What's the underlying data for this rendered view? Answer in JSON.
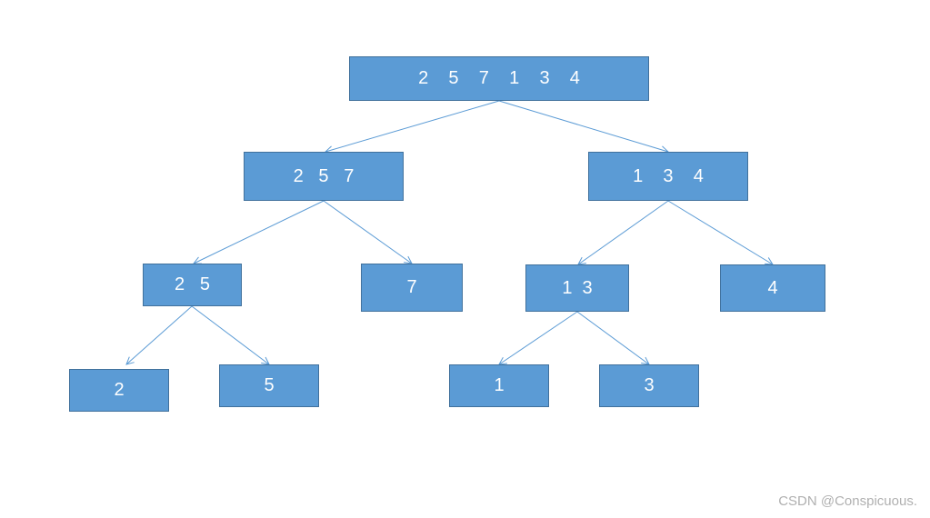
{
  "nodes": {
    "root": "2    5    7    1    3    4",
    "left": "2   5   7",
    "right": "1    3    4",
    "left_left": "2   5",
    "left_right": "7",
    "right_left": "1  3",
    "right_right": "4",
    "leaf_2": "2",
    "leaf_5": "5",
    "leaf_1": "1",
    "leaf_3": "3"
  },
  "colors": {
    "node_fill": "#5b9bd5",
    "node_border": "#41719c",
    "edge": "#5b9bd5"
  },
  "watermark": "CSDN @Conspicuous."
}
